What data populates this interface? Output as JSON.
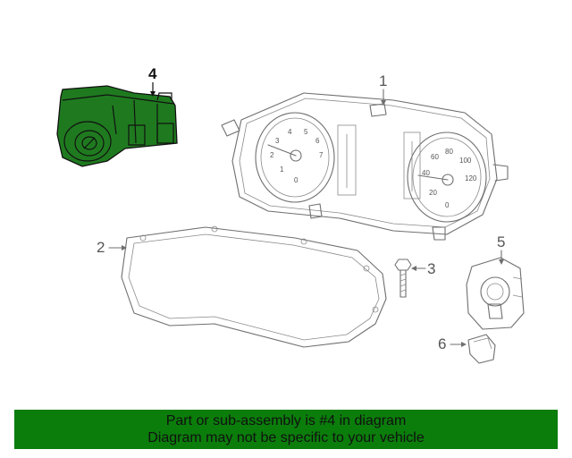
{
  "callouts": [
    {
      "id": "4",
      "label": "4"
    },
    {
      "id": "1",
      "label": "1"
    },
    {
      "id": "2",
      "label": "2"
    },
    {
      "id": "3",
      "label": "3"
    },
    {
      "id": "5",
      "label": "5"
    },
    {
      "id": "6",
      "label": "6"
    }
  ],
  "gauges": {
    "left": [
      "1",
      "2",
      "3",
      "4",
      "5",
      "6",
      "7",
      "0"
    ],
    "right": [
      "20",
      "40",
      "60",
      "80",
      "100",
      "120",
      "0"
    ]
  },
  "colors": {
    "highlight": "#1f7a1f",
    "banner": "#0b7d0b",
    "line": "#6f6f6f"
  },
  "banner": {
    "line1": "Part or sub-assembly is #4 in diagram",
    "line2": "Diagram may not be specific to your vehicle"
  }
}
